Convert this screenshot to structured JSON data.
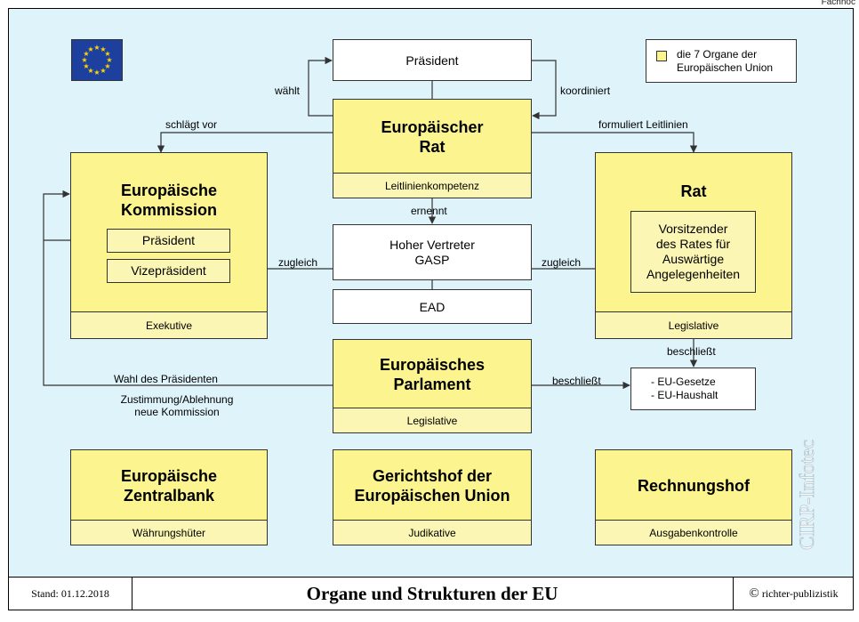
{
  "corner_text": "Fachhoc",
  "legend": {
    "line1": "die 7 Organe der",
    "line2": "Europäischen Union"
  },
  "praesident_top": "Präsident",
  "rat_eu": {
    "title_l1": "Europäischer",
    "title_l2": "Rat",
    "footer": "Leitlinienkompetenz"
  },
  "kommission": {
    "title_l1": "Europäische",
    "title_l2": "Kommission",
    "praesident": "Präsident",
    "vize": "Vizepräsident",
    "footer": "Exekutive"
  },
  "rat": {
    "title": "Rat",
    "vorsitz_l1": "Vorsitzender",
    "vorsitz_l2": "des Rates für",
    "vorsitz_l3": "Auswärtige",
    "vorsitz_l4": "Angelegenheiten",
    "footer": "Legislative"
  },
  "hoher_vertreter": {
    "l1": "Hoher Vertreter",
    "l2": "GASP"
  },
  "ead": "EAD",
  "parlament": {
    "title_l1": "Europäisches",
    "title_l2": "Parlament",
    "footer": "Legislative"
  },
  "gesetze": {
    "l1": "- EU-Gesetze",
    "l2": "- EU-Haushalt"
  },
  "ezb": {
    "title_l1": "Europäische",
    "title_l2": "Zentralbank",
    "footer": "Währungshüter"
  },
  "gerichtshof": {
    "title_l1": "Gerichtshof der",
    "title_l2": "Europäischen Union",
    "footer": "Judikative"
  },
  "rechnungshof": {
    "title": "Rechnungshof",
    "footer": "Ausgabenkontrolle"
  },
  "labels": {
    "waehlt": "wählt",
    "koordiniert": "koordiniert",
    "schlaegt_vor": "schlägt vor",
    "formuliert": "formuliert Leitlinien",
    "ernennt": "ernennt",
    "zugleich_l": "zugleich",
    "zugleich_r": "zugleich",
    "beschliesst_1": "beschließt",
    "beschliesst_2": "beschließt",
    "wahl": "Wahl des Präsidenten",
    "zustimmung_l1": "Zustimmung/Ablehnung",
    "zustimmung_l2": "neue Kommission"
  },
  "watermark": "CIRP-Infotec",
  "footer": {
    "date": "Stand: 01.12.2018",
    "title": "Organe und Strukturen der EU",
    "copyright_symbol": "©",
    "copyright": "richter-publizistik"
  },
  "colors": {
    "panel_bg": "#dff3fb",
    "organ_fill": "#fbf48f",
    "organ_footer": "#fcf6b4",
    "eu_blue": "#1d3f9e",
    "eu_star": "#ffd400"
  }
}
